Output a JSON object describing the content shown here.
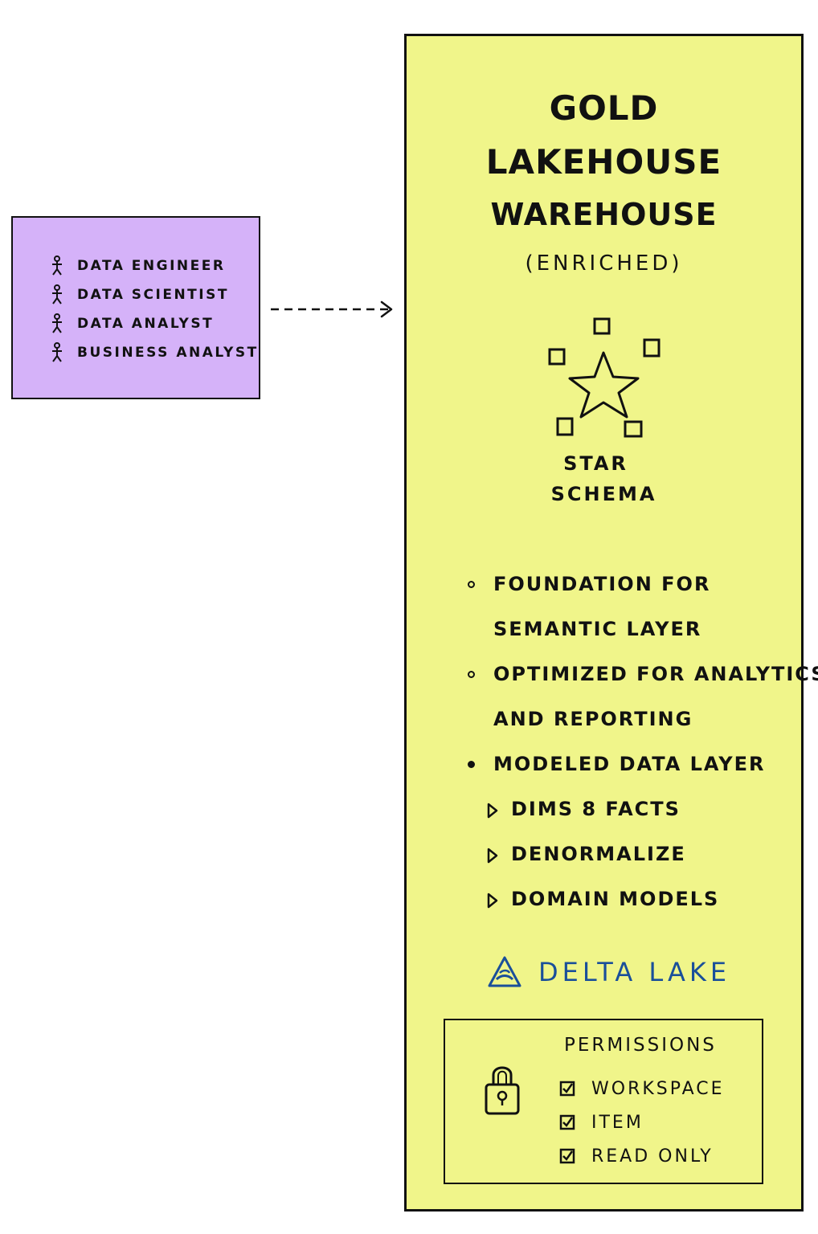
{
  "colors": {
    "users_box_fill": "#d5b2f9",
    "gold_panel_fill": "#f0f58a",
    "delta_lake_blue": "#1a4f9a",
    "ink": "#111111"
  },
  "users": {
    "icon": "person-icon",
    "items": [
      "DATA ENGINEER",
      "DATA SCIENTIST",
      "DATA ANALYST",
      "BUSINESS ANALYST"
    ]
  },
  "gold": {
    "title_line1": "GOLD",
    "title_line2": "LAKEHOUSE",
    "title_line3": "WAREHOUSE",
    "subtitle": "(ENRICHED)",
    "star_label_line1": "STAR",
    "star_label_line2": "SCHEMA",
    "features": [
      {
        "bullet": "circle",
        "line1": "FOUNDATION FOR",
        "line2": "SEMANTIC LAYER"
      },
      {
        "bullet": "circle",
        "line1": "OPTIMIZED FOR ANALYTICS",
        "line2": "AND REPORTING"
      },
      {
        "bullet": "dot",
        "line1": "MODELED DATA LAYER"
      }
    ],
    "sub_features": [
      "DIMS 8 FACTS",
      "DENORMALIZE",
      "DOMAIN MODELS"
    ],
    "delta_lake": "DELTA LAKE",
    "permissions": {
      "title": "PERMISSIONS",
      "icon": "lock-icon",
      "items": [
        "WORKSPACE",
        "ITEM",
        "READ ONLY"
      ]
    }
  }
}
